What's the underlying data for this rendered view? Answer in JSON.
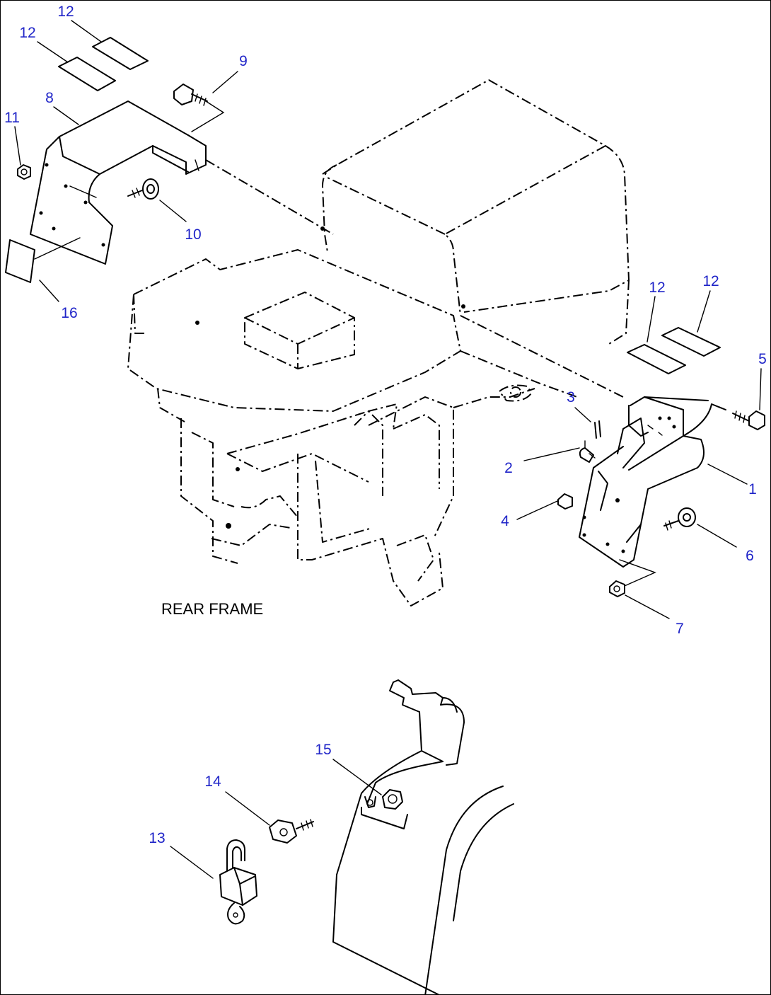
{
  "diagram": {
    "caption": "REAR FRAME",
    "callout_color": "#1f24c8",
    "callouts": [
      {
        "id": "c1",
        "label": "1"
      },
      {
        "id": "c2",
        "label": "2"
      },
      {
        "id": "c3",
        "label": "3"
      },
      {
        "id": "c4",
        "label": "4"
      },
      {
        "id": "c5",
        "label": "5"
      },
      {
        "id": "c6",
        "label": "6"
      },
      {
        "id": "c7",
        "label": "7"
      },
      {
        "id": "c8",
        "label": "8"
      },
      {
        "id": "c9",
        "label": "9"
      },
      {
        "id": "c10",
        "label": "10"
      },
      {
        "id": "c11",
        "label": "11"
      },
      {
        "id": "c12a",
        "label": "12"
      },
      {
        "id": "c12b",
        "label": "12"
      },
      {
        "id": "c12c",
        "label": "12"
      },
      {
        "id": "c12d",
        "label": "12"
      },
      {
        "id": "c13",
        "label": "13"
      },
      {
        "id": "c14",
        "label": "14"
      },
      {
        "id": "c15",
        "label": "15"
      },
      {
        "id": "c16",
        "label": "16"
      }
    ]
  }
}
